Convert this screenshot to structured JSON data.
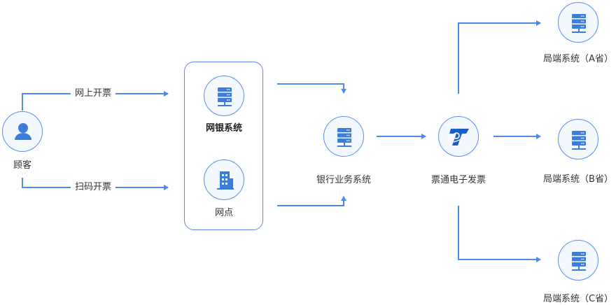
{
  "nodes": {
    "customer": {
      "label": "顾客",
      "icon": "user-icon"
    },
    "online_bank": {
      "label": "网银系统",
      "icon": "server-icon"
    },
    "branch": {
      "label": "网点",
      "icon": "building-icon"
    },
    "bank_system": {
      "label": "银行业务系统",
      "icon": "server-icon"
    },
    "piaotong": {
      "label": "票通电子发票",
      "icon": "ticket-logo-icon"
    },
    "local_a": {
      "label": "局端系统（A省）",
      "icon": "server-icon"
    },
    "local_b": {
      "label": "局端系统（B省）",
      "icon": "server-icon"
    },
    "local_c": {
      "label": "局端系统（C省）",
      "icon": "server-icon"
    }
  },
  "edges": {
    "online_invoice": "网上开票",
    "scan_invoice": "扫码开票"
  },
  "colors": {
    "accent": "#3b7ddd",
    "line": "#4a8be8",
    "node_fill": "#f4f8ff"
  }
}
